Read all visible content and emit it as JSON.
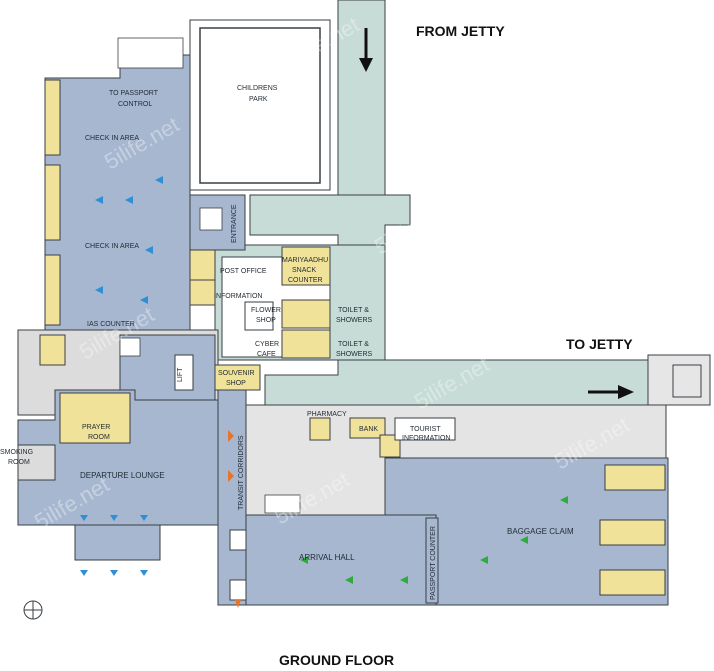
{
  "title": "GROUND FLOOR",
  "directions": {
    "from_jetty": "FROM JETTY",
    "to_jetty": "TO JETTY"
  },
  "watermark": "5ilife.net",
  "labels": {
    "childrens_park_1": "CHILDRENS",
    "childrens_park_2": "PARK",
    "to_passport_control_1": "TO PASSPORT",
    "to_passport_control_2": "CONTROL",
    "check_in_area_top": "CHECK IN AREA",
    "check_in_area_mid": "CHECK IN AREA",
    "entrance": "ENTRANCE",
    "post_office": "POST OFFICE",
    "information": "INFORMATION",
    "mariyaadhu_1": "MARIYAADHU",
    "mariyaadhu_2": "SNACK",
    "mariyaadhu_3": "COUNTER",
    "flower_1": "FLOWER",
    "flower_2": "SHOP",
    "cyber_1": "CYBER",
    "cyber_2": "CAFE",
    "toilet_1a": "TOILET &",
    "toilet_1b": "SHOWERS",
    "toilet_2a": "TOILET &",
    "toilet_2b": "SHOWERS",
    "ias_counter": "IAS COUNTER",
    "lift": "LIFT",
    "souvenir_1": "SOUVENIR",
    "souvenir_2": "SHOP",
    "pharmacy": "PHARMACY",
    "bank": "BANK",
    "tourist_1": "TOURIST",
    "tourist_2": "INFORMATION",
    "prayer_1": "PRAYER",
    "prayer_2": "ROOM",
    "smoking_1": "SMOKING",
    "smoking_2": "ROOM",
    "departure_lounge": "DEPARTURE LOUNGE",
    "transit_corridors": "TRANSIT CORRIDORS",
    "arrival_hall": "ARRIVAL HALL",
    "passport_counter": "PASSPORT COUNTER",
    "baggage_claim": "BAGGAGE CLAIM"
  },
  "colors": {
    "terminal": "#a7b7d0",
    "terminal_dark": "#8fa2c0",
    "walkway": "#c7dcd6",
    "shop": "#f1e29a",
    "grey": "#dcdcdc",
    "outline": "#3a3f45",
    "arrow_blue": "#2f8fd6",
    "arrow_green": "#2faa3c",
    "arrow_orange": "#e8732a"
  }
}
